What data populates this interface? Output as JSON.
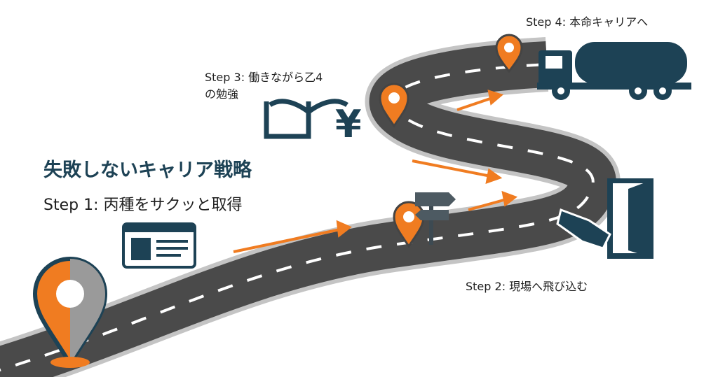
{
  "title": "失敗しないキャリア戦略",
  "steps": [
    {
      "label": "Step 1: 丙種をサクッと取得",
      "icon": "license-card-icon"
    },
    {
      "label": "Step 2: 現場へ飛び込む",
      "icon": "handshake-door-icon"
    },
    {
      "label": "Step 3: 働きながら乙4の勉強",
      "icon": "book-yen-icon"
    },
    {
      "label": "Step 4: 本命キャリアへ",
      "icon": "tanker-truck-icon"
    }
  ],
  "colors": {
    "accent": "#f07c21",
    "dark": "#1d4255",
    "road": "#4a4a4a",
    "roadEdge": "#b9b9b9"
  }
}
